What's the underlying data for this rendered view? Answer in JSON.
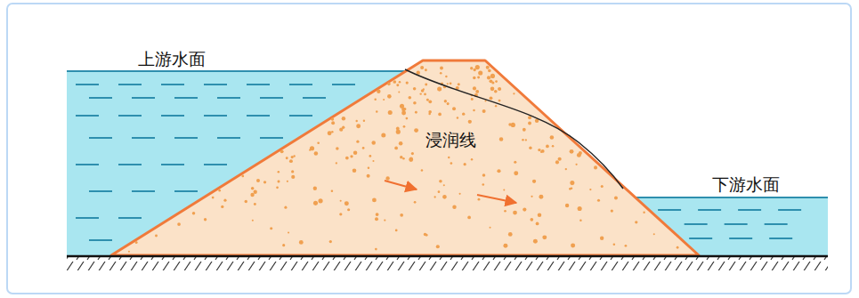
{
  "diagram": {
    "labels": [
      "上游水面",
      "浸润线",
      "下游水面"
    ]
  }
}
